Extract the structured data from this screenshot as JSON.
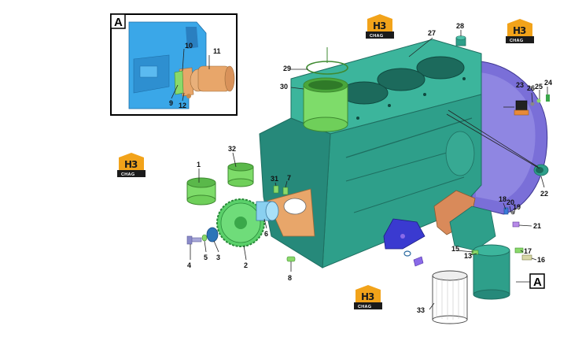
{
  "detail_view": {
    "letter": "A",
    "callout_letter": "A"
  },
  "watermark": {
    "top": "H",
    "bottom": "CHAG",
    "mid": "3"
  },
  "part_labels": {
    "p1": "1",
    "p2": "2",
    "p3": "3",
    "p4": "4",
    "p5": "5",
    "p6": "6",
    "p7": "7",
    "p8": "8",
    "p9": "9",
    "p10": "10",
    "p11": "11",
    "p12": "12",
    "p13": "13",
    "p15": "15",
    "p16": "16",
    "p17": "17",
    "p18": "18",
    "p19": "19",
    "p20": "20",
    "p21": "21",
    "p22": "22",
    "p23": "23",
    "p24": "24",
    "p25": "25",
    "p26": "26",
    "p27": "27",
    "p28": "28",
    "p29": "29",
    "p30": "30",
    "p31": "31",
    "p32": "32",
    "p33": "33"
  },
  "colors": {
    "block": "#2e9f8a",
    "block_dark": "#1e6e60",
    "block_light": "#4cc0a8",
    "flywheel_housing": "#7a6fd8",
    "bushing_green": "#7edc6a",
    "filter_orange": "#e8a66a",
    "detail_blue": "#3aa7e8",
    "bracket_blue": "#3a3ad0",
    "gasket_orange": "#d98a5a"
  }
}
